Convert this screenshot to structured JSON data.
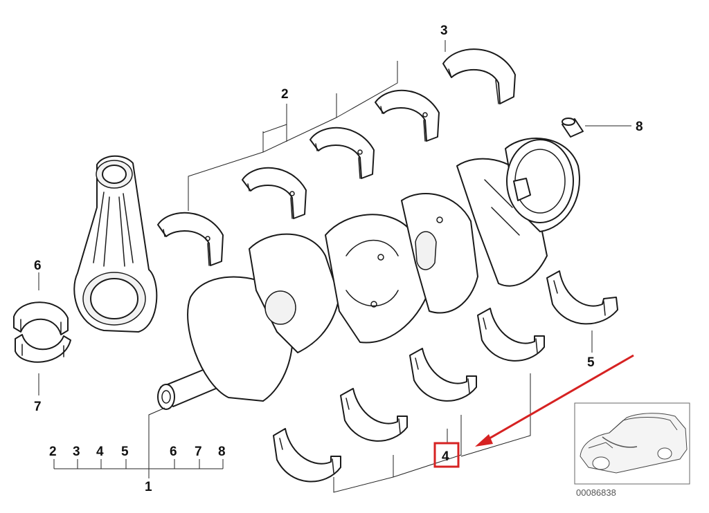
{
  "callouts": {
    "c1": "1",
    "c2": "2",
    "c3": "3",
    "c4": "4",
    "c5": "5",
    "c6": "6",
    "c7": "7",
    "c8": "8"
  },
  "index_row": {
    "n1": "2",
    "n2": "3",
    "n3": "4",
    "n4": "5",
    "n5": "6",
    "n6": "7",
    "n7": "8"
  },
  "highlight": {
    "label": "4",
    "box_color": "#d62222",
    "arrow_color": "#d62222"
  },
  "thumbnail": {
    "reference": "00086838"
  }
}
